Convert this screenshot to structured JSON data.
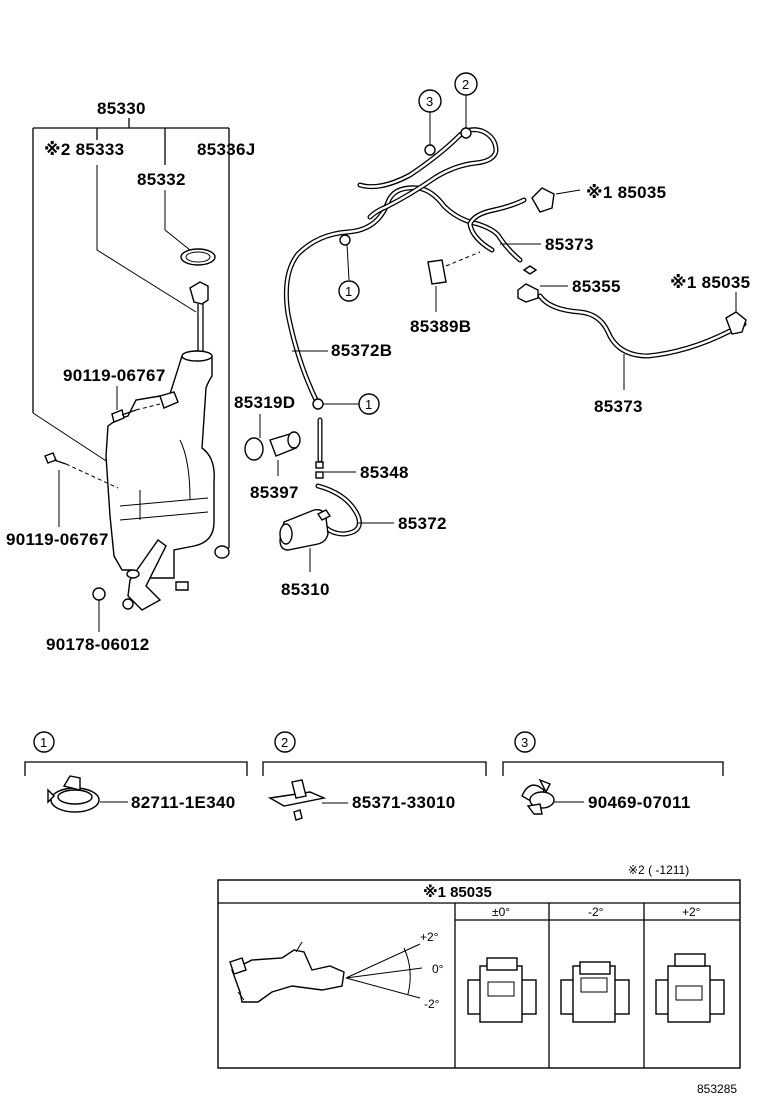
{
  "labels": {
    "assembly": "85330",
    "cap_ref": "※2 85333",
    "pipe": "85336J",
    "gasket": "85332",
    "bolt_upper": "90119-06767",
    "bolt_lower": "90119-06767",
    "clip_bottom": "90178-06012",
    "hose_main": "85372B",
    "check_valve": "85319D",
    "grommet": "85397",
    "joint": "85348",
    "hose_pump": "85372",
    "pump": "85310",
    "nozzle_top": "※1 85035",
    "hose_branch_top": "85373",
    "nozzle_joint": "85355",
    "nozzle_right": "※1 85035",
    "pad": "85389B",
    "hose_branch_right": "85373"
  },
  "callouts": {
    "c1": "1",
    "c2": "2",
    "c3": "3"
  },
  "legend": [
    {
      "num": "1",
      "part": "82711-1E340"
    },
    {
      "num": "2",
      "part": "85371-33010"
    },
    {
      "num": "3",
      "part": "90469-07011"
    }
  ],
  "note": "※2 (   -1211)",
  "table": {
    "title": "※1 85035",
    "headers": [
      "±0°",
      "-2°",
      "+2°"
    ],
    "angles": [
      "+2°",
      "0°",
      "-2°"
    ]
  },
  "diagram_id": "853285"
}
